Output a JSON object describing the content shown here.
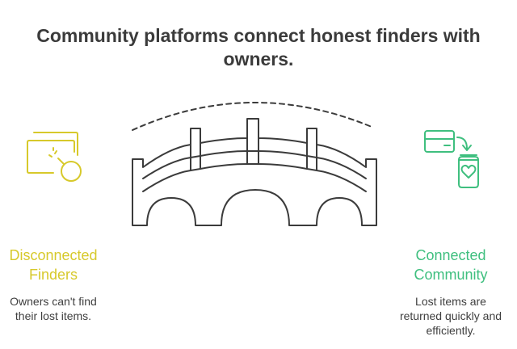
{
  "title": {
    "line1": "Community platforms connect honest finders with",
    "line2": "owners."
  },
  "left": {
    "title_line1": "Disconnected",
    "title_line2": "Finders",
    "desc_line1": "Owners can't find",
    "desc_line2": "their lost items.",
    "color": "#d7c92b",
    "icon": "wallet-magnifier-icon"
  },
  "right": {
    "title_line1": "Connected",
    "title_line2": "Community",
    "desc_line1": "Lost items are",
    "desc_line2": "returned quickly and",
    "desc_line3": "efficiently.",
    "color": "#3fbf7f",
    "icon": "card-to-heart-jar-icon"
  },
  "center": {
    "icon": "bridge-icon",
    "color": "#3b3b3b"
  }
}
